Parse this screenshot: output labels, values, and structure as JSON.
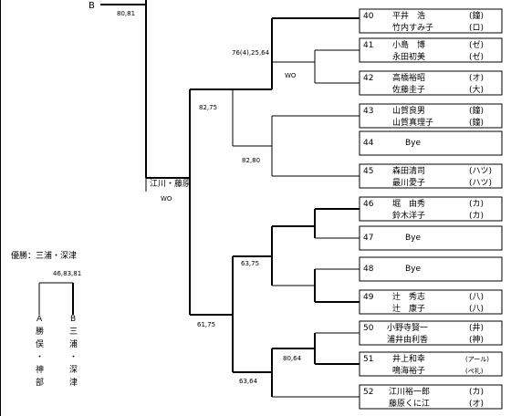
{
  "top_entry": {
    "label": "B",
    "score": "80,81"
  },
  "entries": [
    {
      "num": "40",
      "p1": "平井　浩",
      "c1": "(鐘)",
      "p2": "竹内すみ子",
      "c2": "(ロ)"
    },
    {
      "num": "41",
      "p1": "小島　博",
      "c1": "(ゼ)",
      "p2": "永田初美",
      "c2": "(ゼ)"
    },
    {
      "num": "42",
      "p1": "高橋裕昭",
      "c1": "(オ)",
      "p2": "佐藤圭子",
      "c2": "(大)"
    },
    {
      "num": "43",
      "p1": "山賀良男",
      "c1": "(鐘)",
      "p2": "山賀真理子",
      "c2": "(鐘)"
    },
    {
      "num": "44",
      "bye": "Bye"
    },
    {
      "num": "45",
      "p1": "森田清司",
      "c1": "(ハツ)",
      "p2": "最川愛子",
      "c2": "(ハツ)"
    },
    {
      "num": "46",
      "p1": "堀　由秀",
      "c1": "(カ)",
      "p2": "鈴木洋子",
      "c2": "(カ)"
    },
    {
      "num": "47",
      "bye": "Bye"
    },
    {
      "num": "48",
      "bye": "Bye"
    },
    {
      "num": "49",
      "p1": "辻　秀志",
      "c1": "(八)",
      "p2": "辻　康子",
      "c2": "(八)"
    },
    {
      "num": "50",
      "p1": "小野寺賢一",
      "c1": "(井)",
      "p2": "浦井由利香",
      "c2": "(神)"
    },
    {
      "num": "51",
      "p1": "井上和幸",
      "c1": "(アール)",
      "p2": "鳴海裕子",
      "c2": "(ペ礼)"
    },
    {
      "num": "52",
      "p1": "江川裕一郎",
      "c1": "(カ)",
      "p2": "藤原くに江",
      "c2": "(オ)"
    }
  ],
  "scores": {
    "r1_40_41": "76(4),25,64",
    "wo_42": "WO",
    "r2_top": "82,75",
    "r2_43_45": "82,80",
    "semi_winner": "江川・藤原",
    "semi_wo": "WO",
    "r1_46_49": "63,75",
    "r1_50_51": "80,64",
    "r2_50_52": "63,64",
    "r3_bottom": "61,75"
  },
  "final": {
    "title": "優勝：三浦・深津",
    "score": "46,83,81",
    "a_label": "A",
    "a_names": [
      "勝",
      "俣",
      "・",
      "神",
      "部"
    ],
    "b_label": "B",
    "b_names": [
      "三",
      "浦",
      "・",
      "深",
      "津"
    ]
  }
}
